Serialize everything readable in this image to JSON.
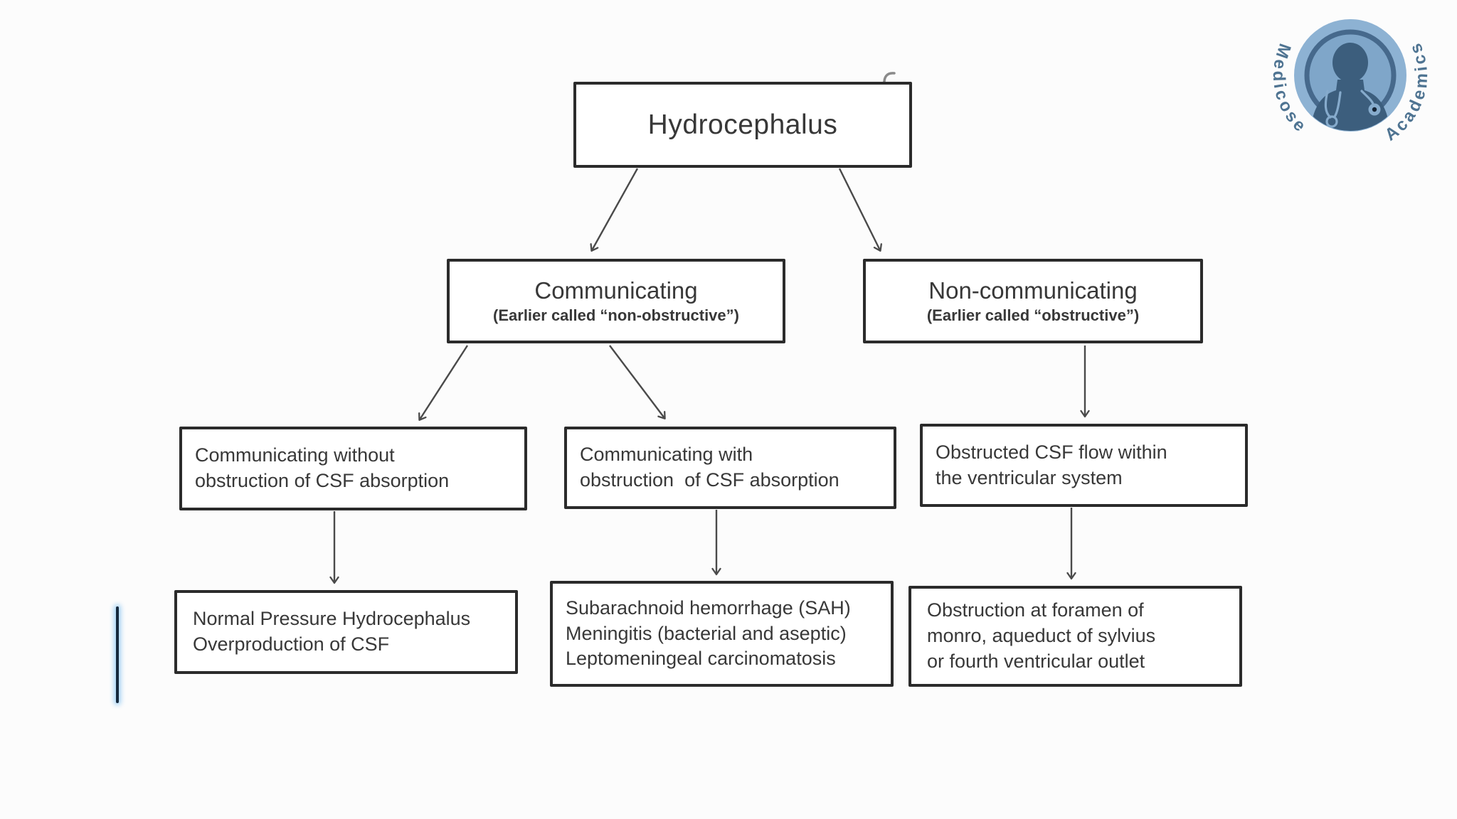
{
  "colors": {
    "box_border": "#2b2b2b",
    "text": "#383838",
    "arrow": "#4a4a4a",
    "logo_light_blue": "#8db2d3",
    "logo_inner_blue": "#7fa6c9",
    "logo_silhouette": "#3c5e7d",
    "logo_ring": "#46698c",
    "logo_text_color": "#4f7492",
    "cursor_core": "#16293d",
    "cursor_glow": "#a9d7f8"
  },
  "flowchart": {
    "root": {
      "label": "Hydrocephalus"
    },
    "branches": [
      {
        "title": "Communicating",
        "subtitle": "(Earlier called “non-obstructive”)"
      },
      {
        "title": "Non-communicating",
        "subtitle": "(Earlier called “obstructive”)"
      }
    ],
    "mid": [
      {
        "lines": [
          "Communicating without",
          "obstruction of CSF absorption"
        ]
      },
      {
        "lines": [
          "Communicating with",
          "obstruction  of CSF absorption"
        ]
      },
      {
        "lines": [
          "Obstructed CSF flow within",
          "the ventricular system"
        ]
      }
    ],
    "leaf": [
      {
        "lines": [
          "Normal Pressure Hydrocephalus",
          "Overproduction of CSF"
        ]
      },
      {
        "lines": [
          "Subarachnoid hemorrhage (SAH)",
          "Meningitis (bacterial and aseptic)",
          "Leptomeningeal carcinomatosis"
        ]
      },
      {
        "lines": [
          "Obstruction at foramen of",
          "monro, aqueduct of sylvius",
          "or fourth ventricular outlet"
        ]
      }
    ]
  },
  "logo": {
    "arc_text_left": "Medicose",
    "arc_text_right": "Academics"
  }
}
